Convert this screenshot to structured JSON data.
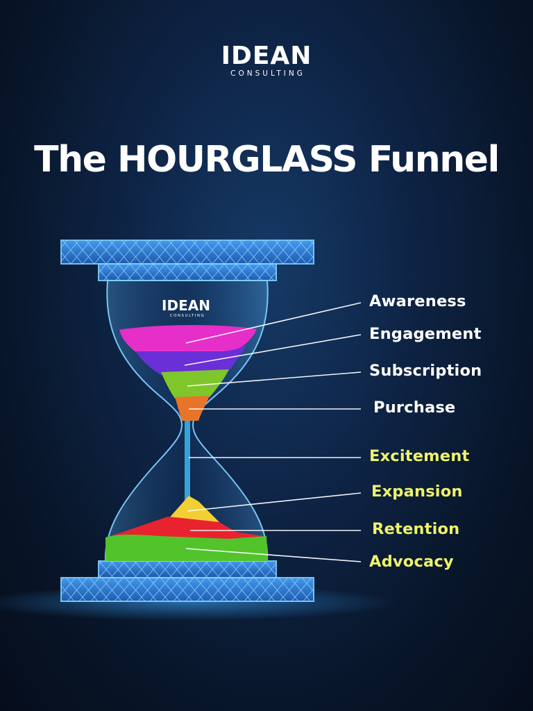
{
  "brand": {
    "name": "IDEAN",
    "tagline": "CONSULTING"
  },
  "title": "The HOURGLASS Funnel",
  "hourglass_logo": {
    "name": "IDEAN",
    "tagline": "CONSULTING"
  },
  "stages": [
    {
      "label": "Awareness",
      "color": "#e52fc8",
      "group": "top"
    },
    {
      "label": "Engagement",
      "color": "#6a2fd6",
      "group": "top"
    },
    {
      "label": "Subscription",
      "color": "#7ec62a",
      "group": "top"
    },
    {
      "label": "Purchase",
      "color": "#e8742a",
      "group": "top"
    },
    {
      "label": "Excitement",
      "color": "#3fb6ef",
      "group": "bottom"
    },
    {
      "label": "Expansion",
      "color": "#f2cf34",
      "group": "bottom"
    },
    {
      "label": "Retention",
      "color": "#e8232f",
      "group": "bottom"
    },
    {
      "label": "Advocacy",
      "color": "#52c32b",
      "group": "bottom"
    }
  ],
  "colors": {
    "background": "#0b1a33",
    "frame": "#2d7fd6",
    "frame_light": "#6fc4ff",
    "label_top": "#ffffff",
    "label_bottom": "#eef36a"
  }
}
